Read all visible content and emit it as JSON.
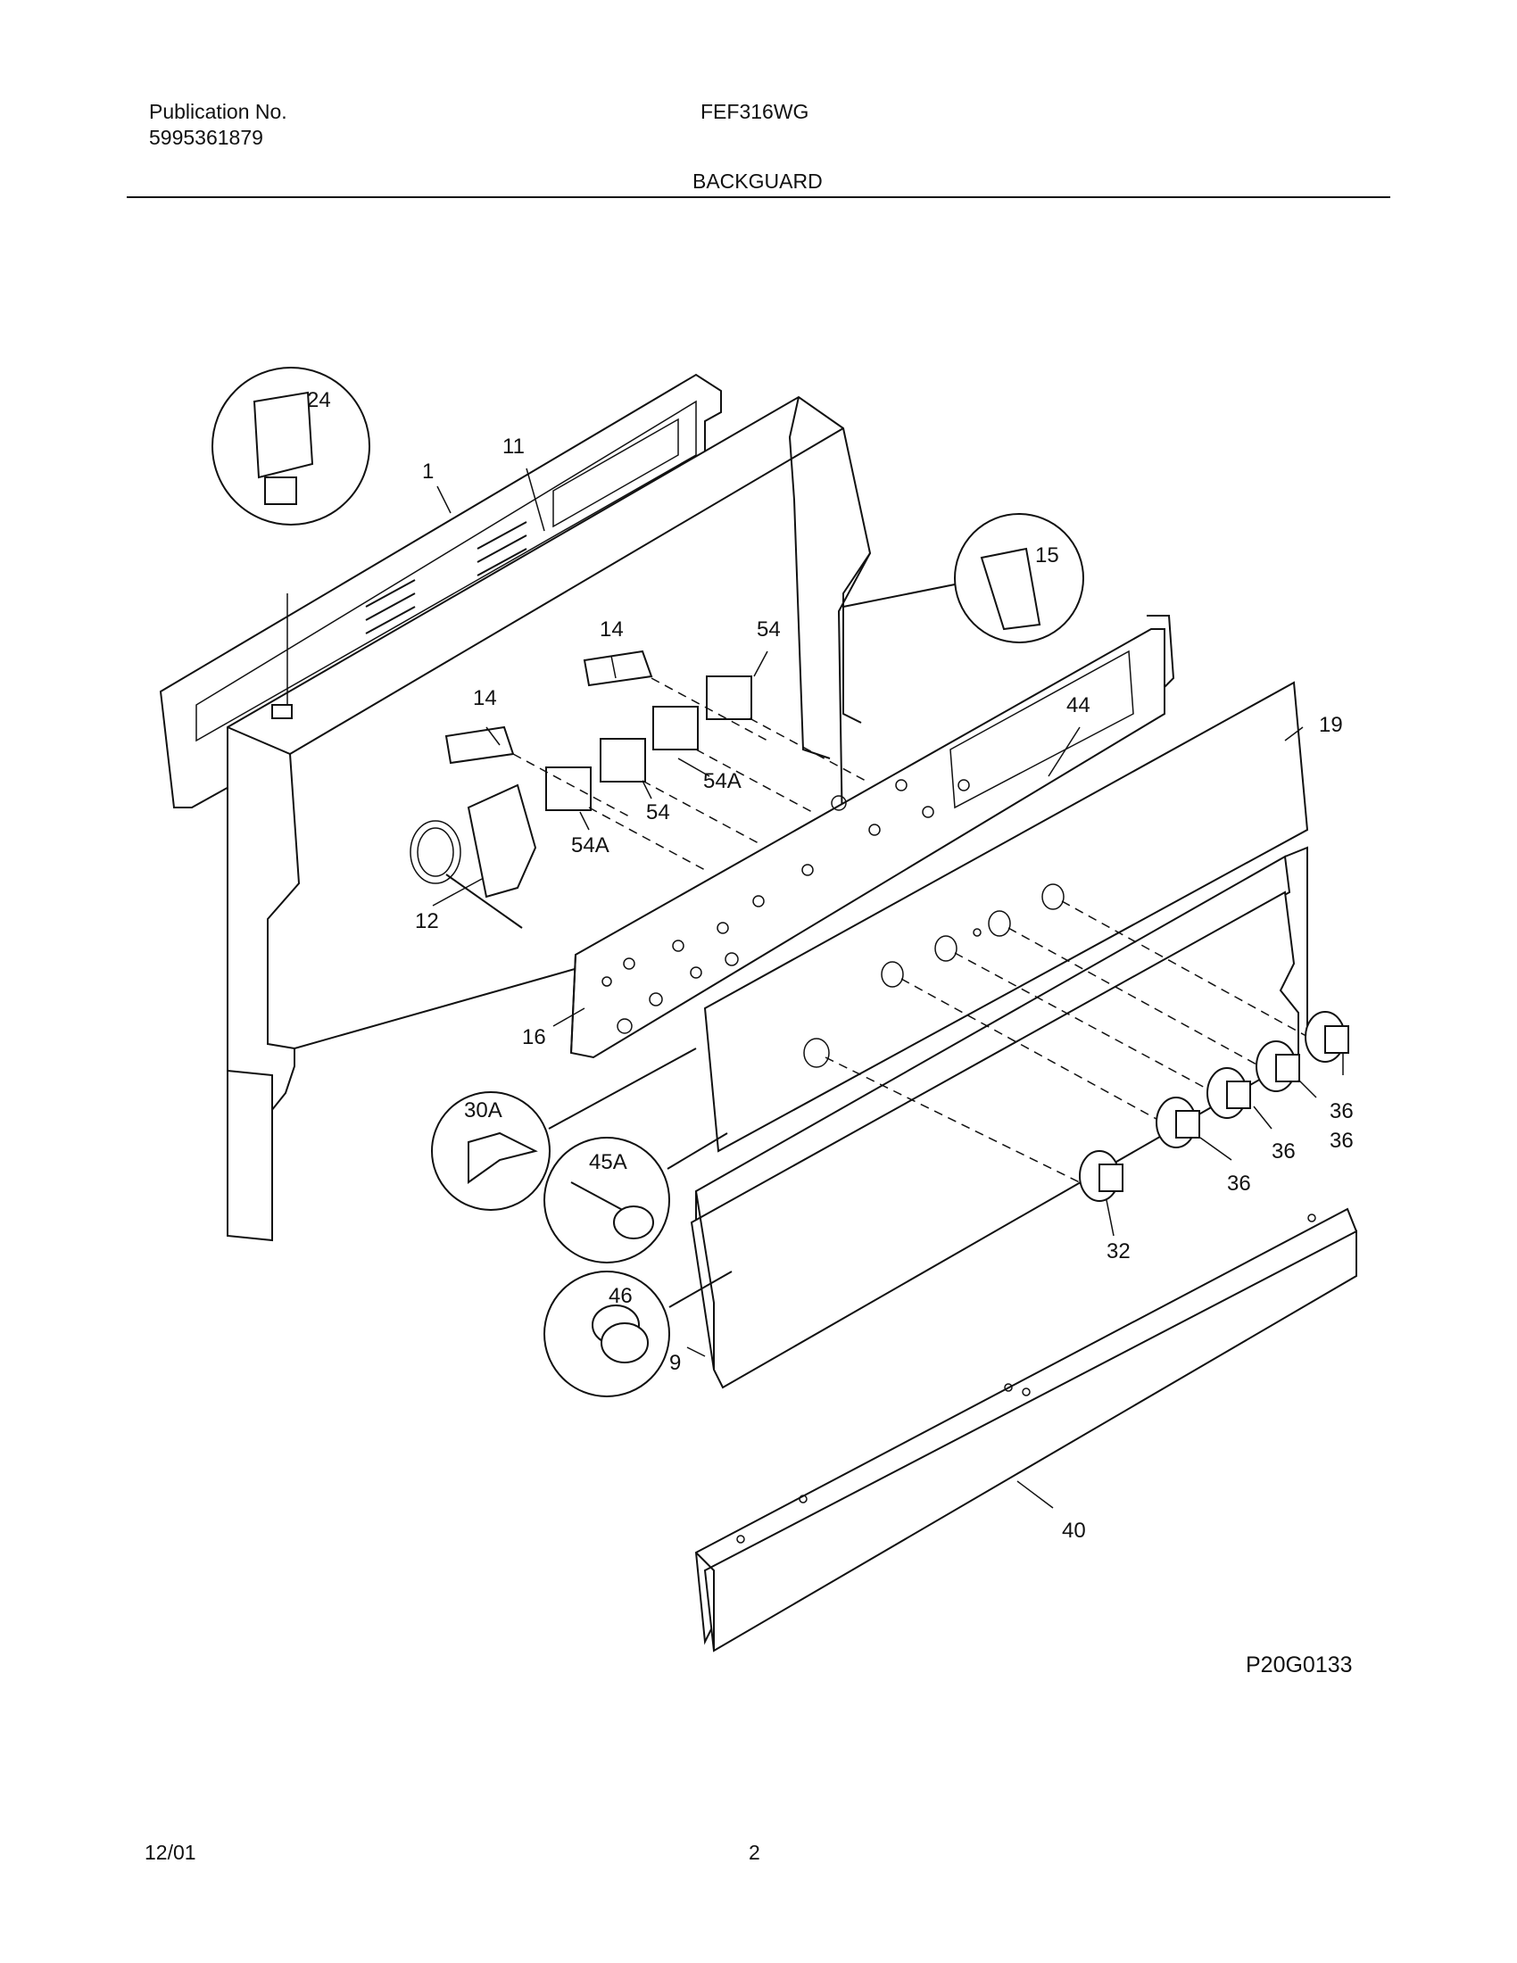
{
  "header": {
    "publication_label": "Publication No.",
    "publication_number": "5995361879",
    "model": "FEF316WG",
    "section_title": "BACKGUARD"
  },
  "diagram": {
    "part_labels": [
      "24",
      "1",
      "11",
      "15",
      "14",
      "54",
      "14",
      "44",
      "19",
      "54A",
      "54",
      "54A",
      "12",
      "16",
      "30A",
      "45A",
      "46",
      "9",
      "36",
      "36",
      "36",
      "36",
      "32",
      "40"
    ],
    "reference_code": "P20G0133"
  },
  "footer": {
    "date": "12/01",
    "page_number": "2"
  }
}
